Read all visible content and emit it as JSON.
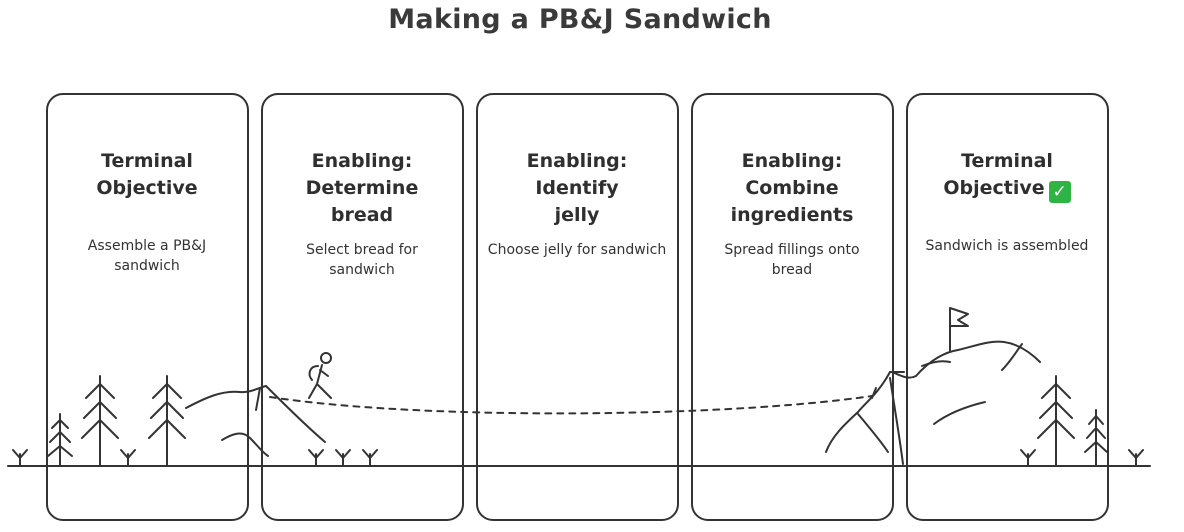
{
  "title": "Making a PB&J Sandwich",
  "stages": [
    {
      "title_lines": [
        "Terminal",
        "Objective"
      ],
      "description": "Assemble a PB&J sandwich",
      "complete": false
    },
    {
      "title_lines": [
        "Enabling:",
        "Determine",
        "bread"
      ],
      "description": "Select bread for sandwich",
      "complete": false
    },
    {
      "title_lines": [
        "Enabling:",
        "Identify",
        "jelly"
      ],
      "description": "Choose jelly for sandwich",
      "complete": false
    },
    {
      "title_lines": [
        "Enabling:",
        "Combine",
        "ingredients"
      ],
      "description": "Spread fillings onto bread",
      "complete": false
    },
    {
      "title_lines": [
        "Terminal",
        "Objective"
      ],
      "description": "Sandwich is assembled",
      "complete": true
    }
  ],
  "colors": {
    "stroke": "#333333",
    "check": "#2fb344"
  },
  "icons": [
    "pine-tree-icon",
    "hiker-icon",
    "flag-icon",
    "mountain-icon",
    "grass-tuft-icon",
    "check-mark-icon"
  ]
}
